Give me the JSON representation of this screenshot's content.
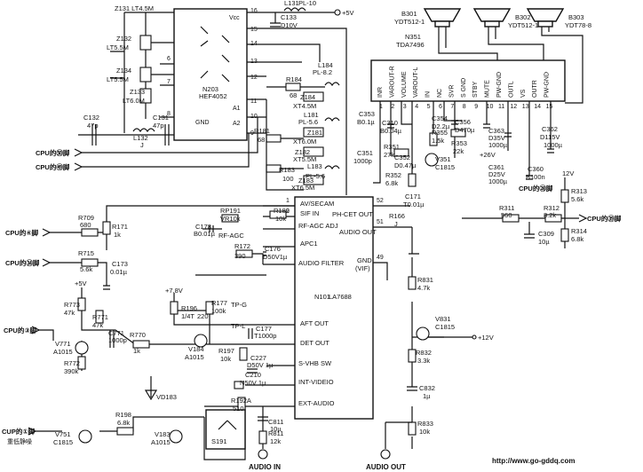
{
  "chips": {
    "n203": {
      "ref": "N203",
      "part": "HEF4052",
      "vcc": "Vcc",
      "gnd": "GND",
      "a1": "A1",
      "a2": "A2",
      "pins": [
        "16",
        "15",
        "14",
        "13",
        "12",
        "11",
        "10",
        "9",
        "6",
        "7",
        "8"
      ]
    },
    "n101": {
      "ref": "N101",
      "part": "LA7688",
      "labels": [
        "AV/SECAM",
        "SIF IN",
        "PH-CET OUT",
        "RF-AGC ADJ",
        "AUDIO OUT",
        "APC1",
        "AUDIO FILTER",
        "GND",
        "(VIF)",
        "AFT OUT",
        "DET OUT",
        "S-VHB SW",
        "INT-VIDEIO",
        "EXT-AUDIO"
      ],
      "pins": [
        "1",
        "2",
        "52",
        "51",
        "49"
      ]
    },
    "n351": {
      "ref": "N351",
      "part": "TDA7496",
      "pins": [
        "INR",
        "VAROUT-R",
        "VOLUME",
        "VAROUT-L",
        "IN",
        "NC",
        "SVR",
        "S GND",
        "STBY",
        "MUTE",
        "PW-GND",
        "OUTL",
        "VS",
        "OUTR",
        "PW-GND"
      ],
      "nums": [
        "1",
        "2",
        "3",
        "4",
        "5",
        "6",
        "7",
        "8",
        "9",
        "10",
        "11",
        "12",
        "13",
        "14",
        "15"
      ]
    }
  },
  "speakers": [
    {
      "ref": "B301",
      "part": "YDT512-1"
    },
    {
      "ref": "B302",
      "part": "YDT512-1"
    },
    {
      "ref": "B303",
      "part": "YDT78-8"
    }
  ],
  "labels": {
    "z131": "Z131 LT4.5M",
    "z132": "Z132",
    "z132v": "LT5.5M",
    "z134": "Z134",
    "z134v": "LT5.5M",
    "z133": "Z133",
    "z133v": "LT6.0M",
    "c132": "C132",
    "c132v": "47p",
    "c131": "C131",
    "c131v": "47p",
    "l132": "L132",
    "l132v": "J",
    "c133": "C133",
    "c133v": "D10V",
    "l131": "L131",
    "l131v": "PL-10",
    "plus5v": "+5V",
    "l184": "L184",
    "l184v": "PL-8.2",
    "r184": "R184",
    "r184v": "68",
    "z184": "Z184",
    "z184v": "XT4.5M",
    "l181": "L181",
    "l181v": "PL-5.6",
    "z181": "Z181",
    "z181v": "XT6.0M",
    "r181": "R181",
    "r181v": "68",
    "z182": "Z182",
    "z182v": "XT5.5M",
    "l183": "L183",
    "l183v": "PL-5.6",
    "r183": "R183",
    "r183v": "100",
    "z183": "Z183",
    "z183v": "XT6.5M",
    "c353": "C353",
    "c353v": "B0.1µ",
    "c310": "C310",
    "c310v": "B0.04µ",
    "c354": "C354",
    "c354v": "D2.2µ",
    "c356": "C356",
    "c356v": "D470µ",
    "r355": "R355",
    "r355v": "1.5k",
    "r353": "R353",
    "r353v": "22k",
    "c351": "C351",
    "c351v": "1000p",
    "r351": "R351",
    "r351v": "27k",
    "c352": "C352",
    "c352v": "D0.47µ",
    "v351": "V351",
    "v351v": "C1815",
    "r352": "R352",
    "r352v": "6.8k",
    "c363": "C363",
    "c363v": "D35V",
    "c363c": "1000µ",
    "c362": "C362",
    "c362v": "D115V",
    "c362c": "1000µ",
    "plus26v": "+26V",
    "c361": "C361",
    "c361v": "D25V",
    "c361c": "1000µ",
    "c360": "C360",
    "c360v": "B100n",
    "cpu28": "CPU的㉘脚",
    "twelve_v": "12V",
    "r313": "R313",
    "r313v": "5.6k",
    "c171": "C171",
    "c171v": "T0.01µ",
    "r166": "R166",
    "r166v": "J",
    "r311": "R311",
    "r311v": "560",
    "r312": "R312",
    "r312v": "8.2k",
    "c309": "C309",
    "c309v": "10µ",
    "r314": "R314",
    "r314v": "6.8k",
    "cpu39": "CPU的㊴脚",
    "cpu50": "CPU的㊿脚",
    "cpu49": "CPU的㊾脚",
    "r709": "R709",
    "r709v": "680",
    "cpu4": "CPU的④脚",
    "r171": "R171",
    "r171v": "1k",
    "r715": "R715",
    "r715v": "5.6k",
    "cpu34": "CPU的㉞脚",
    "c173": "C173",
    "c173v": "0.01µ",
    "rp191": "RP191",
    "rp191v": "VR10k",
    "r189": "R189",
    "r189v": "10k",
    "c178": "C178",
    "c178v": "B0.01µ",
    "rf_agc": "RF-AGC",
    "r172": "R172",
    "r172v": "390",
    "c176": "C176",
    "c176v": "D50V1µ",
    "plus5v2": "+5V",
    "plus78v": "+7.8V",
    "r773": "R773",
    "r773v": "47k",
    "r771": "R771",
    "r771v": "47k",
    "r196": "R196",
    "r196v": "1/4T",
    "r196w": "220",
    "r177": "R177",
    "r177v": "100k",
    "tpg": "TP-G",
    "cpu3": "CPU的③脚",
    "c771": "C771",
    "c771v": "1000p",
    "r770": "R770",
    "r770v": "1k",
    "v771": "V771",
    "v771v": "A1015",
    "r772": "R772",
    "r772v": "390k",
    "tpl": "TP-L",
    "c177": "C177",
    "c177v": "T1000p",
    "v184": "V184",
    "v184v": "A1015",
    "r197": "R197",
    "r197v": "10k",
    "c227": "C227",
    "c227v": "D50V 1µ",
    "r831": "R831",
    "r831v": "4.7k",
    "v831": "V831",
    "v831v": "C1815",
    "plus12v": "+12V",
    "r832": "R832",
    "r832v": "3.3k",
    "c832": "C832",
    "c832v": "1µ",
    "r833": "R833",
    "r833v": "10k",
    "c210": "C210",
    "c210v": "N50V 1µ",
    "r192a": "R192A",
    "r192av": "510",
    "vd183": "VD183",
    "r198": "R198",
    "r198v": "6.8k",
    "c811": "C811",
    "c811v": "10µ",
    "r811": "R811",
    "r811v": "12k",
    "cup1": "CUP的①脚",
    "mute_note": "重低静噪",
    "v751": "V751",
    "v751v": "C1815",
    "v183": "V183",
    "v183v": "A1015",
    "s191": "S191"
  },
  "footer": {
    "audio_in": "AUDIO IN",
    "audio_out": "AUDIO OUT",
    "watermark": "http://www.go-gddq.com"
  }
}
